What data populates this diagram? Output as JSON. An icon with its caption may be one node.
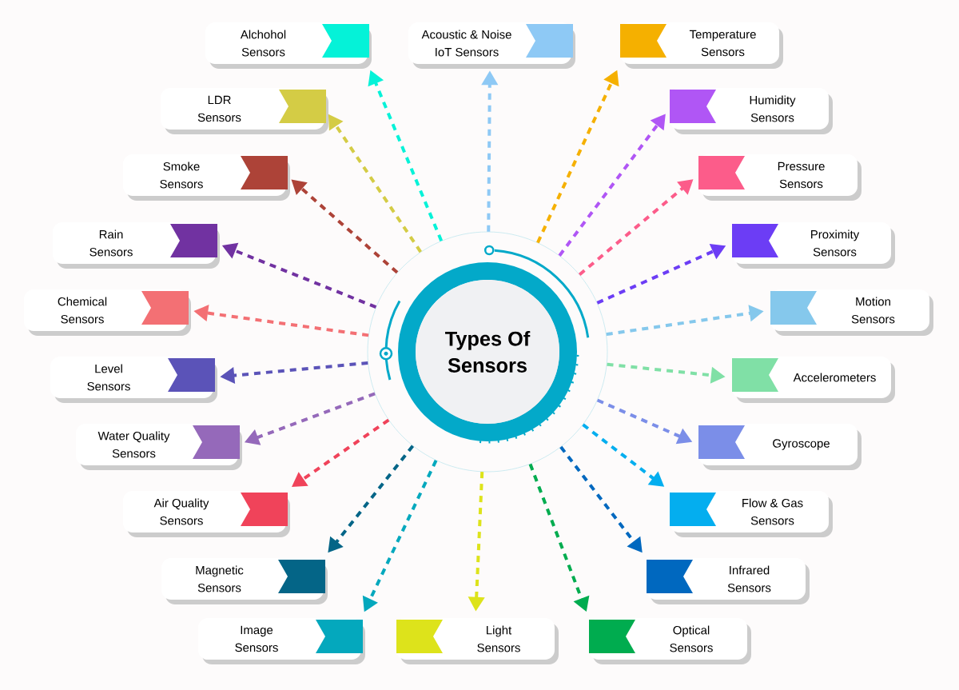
{
  "diagram": {
    "nodes": [
      {
        "text": [
          "Types Of Sensors"
        ]
      },
      {
        "text": [
          "Alchohol Sensors"
        ]
      },
      {
        "text": [
          "Acoustic & Noise IoT Sensors"
        ]
      },
      {
        "text": [
          "Temperature Sensors"
        ]
      },
      {
        "text": [
          "LDR Sensors"
        ]
      },
      {
        "text": [
          "Humidity Sensors"
        ]
      },
      {
        "text": [
          "Smoke Sensors"
        ]
      },
      {
        "text": [
          "Pressure Sensors"
        ]
      },
      {
        "text": [
          "Rain Sensors"
        ]
      },
      {
        "text": [
          "Proximity Sensors"
        ]
      },
      {
        "text": [
          "Chemical Sensors"
        ]
      },
      {
        "text": [
          "Motion Sensors"
        ]
      },
      {
        "text": [
          "Level Sensors"
        ]
      },
      {
        "text": [
          "Accelerometers"
        ]
      },
      {
        "text": [
          "Water Quality Sensors"
        ]
      },
      {
        "text": [
          "Gyroscope"
        ]
      },
      {
        "text": [
          "Air Quality Sensors"
        ]
      },
      {
        "text": [
          "Flow & Gas Sensors"
        ]
      },
      {
        "text": [
          "Magnetic Sensors"
        ]
      },
      {
        "text": [
          "Infrared Sensors"
        ]
      },
      {
        "text": [
          "Image Sensors"
        ]
      },
      {
        "text": [
          "Light Sensors"
        ]
      },
      {
        "text": [
          "Optical Sensors"
        ]
      }
    ],
    "edges": [
      {
        "from": 0,
        "to": 1,
        "arrow": "to",
        "style": "dashed",
        "color": "#05f2d8"
      },
      {
        "from": 0,
        "to": 2,
        "arrow": "to",
        "style": "dashed",
        "color": "#8ec9f5"
      },
      {
        "from": 0,
        "to": 3,
        "arrow": "to",
        "style": "dashed",
        "color": "#f5b000"
      },
      {
        "from": 0,
        "to": 4,
        "arrow": "to",
        "style": "dashed",
        "color": "#d4cc45"
      },
      {
        "from": 0,
        "to": 5,
        "arrow": "to",
        "style": "dashed",
        "color": "#b056f5"
      },
      {
        "from": 0,
        "to": 6,
        "arrow": "to",
        "style": "dashed",
        "color": "#ad4338"
      },
      {
        "from": 0,
        "to": 7,
        "arrow": "to",
        "style": "dashed",
        "color": "#fc5c8a"
      },
      {
        "from": 0,
        "to": 8,
        "arrow": "to",
        "style": "dashed",
        "color": "#7132a1"
      },
      {
        "from": 0,
        "to": 9,
        "arrow": "to",
        "style": "dashed",
        "color": "#6c3df5"
      },
      {
        "from": 0,
        "to": 10,
        "arrow": "to",
        "style": "dashed",
        "color": "#f37074"
      },
      {
        "from": 0,
        "to": 11,
        "arrow": "to",
        "style": "dashed",
        "color": "#85c8ec"
      },
      {
        "from": 0,
        "to": 12,
        "arrow": "to",
        "style": "dashed",
        "color": "#5b53b8"
      },
      {
        "from": 0,
        "to": 13,
        "arrow": "to",
        "style": "dashed",
        "color": "#80e0a6"
      },
      {
        "from": 0,
        "to": 14,
        "arrow": "to",
        "style": "dashed",
        "color": "#9569ba"
      },
      {
        "from": 0,
        "to": 15,
        "arrow": "to",
        "style": "dashed",
        "color": "#7b8ee8"
      },
      {
        "from": 0,
        "to": 16,
        "arrow": "to",
        "style": "dashed",
        "color": "#f0435a"
      },
      {
        "from": 0,
        "to": 17,
        "arrow": "to",
        "style": "dashed",
        "color": "#04aeef"
      },
      {
        "from": 0,
        "to": 18,
        "arrow": "to",
        "style": "dashed",
        "color": "#046587"
      },
      {
        "from": 0,
        "to": 19,
        "arrow": "to",
        "style": "dashed",
        "color": "#0068bf"
      },
      {
        "from": 0,
        "to": 20,
        "arrow": "to",
        "style": "dashed",
        "color": "#04a8bd"
      },
      {
        "from": 0,
        "to": 21,
        "arrow": "to",
        "style": "dashed",
        "color": "#dde31b"
      },
      {
        "from": 0,
        "to": 22,
        "arrow": "to",
        "style": "dashed",
        "color": "#00ac4f"
      }
    ]
  }
}
